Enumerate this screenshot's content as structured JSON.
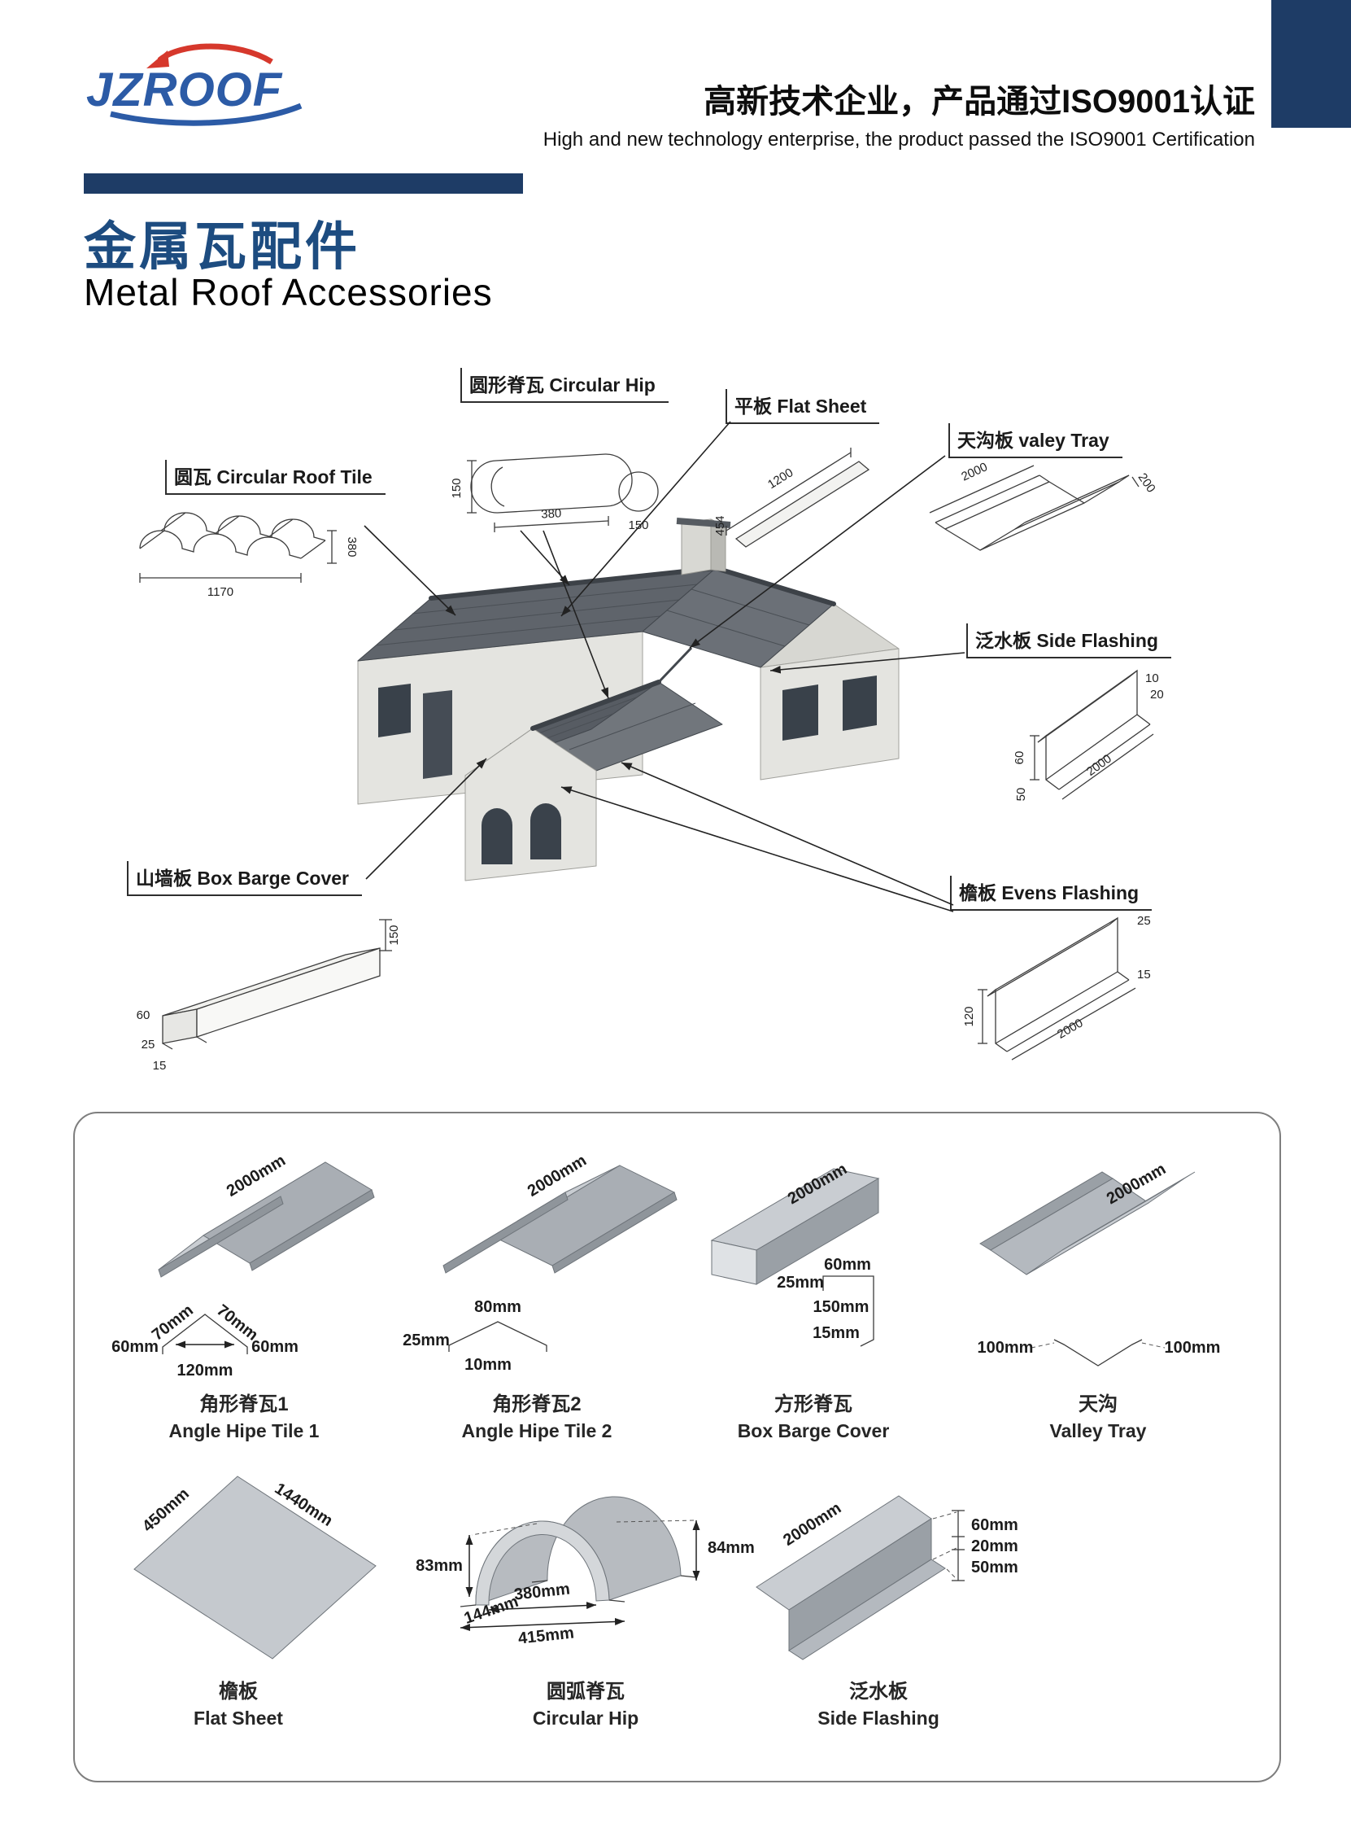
{
  "header": {
    "logo": "JZROOF",
    "tagline_zh": "高新技术企业，产品通过ISO9001认证",
    "tagline_en": "High and new technology enterprise, the product passed the ISO9001 Certification"
  },
  "title": {
    "zh": "金属瓦配件",
    "en": "Metal Roof Accessories"
  },
  "callouts": {
    "circular_hip": {
      "label": "圆形脊瓦 Circular Hip",
      "len": "380",
      "height": "150",
      "dia": "150"
    },
    "flat_sheet": {
      "label": "平板  Flat Sheet",
      "len": "1200",
      "width": "454"
    },
    "valley_tray": {
      "label": "天沟板  valey Tray",
      "len": "2000",
      "end": "200"
    },
    "circular_roof_tile": {
      "label": "圆瓦  Circular Roof Tile",
      "width": "1170",
      "height": "380"
    },
    "side_flashing": {
      "label": "泛水板  Side Flashing",
      "d1": "10",
      "d2": "20",
      "d3": "60",
      "d4": "50",
      "len": "2000"
    },
    "box_barge_cover": {
      "label": "山墙板  Box Barge Cover",
      "d1": "150",
      "d2": "60",
      "d3": "25",
      "d4": "15"
    },
    "evens_flashing": {
      "label": "檐板 Evens Flashing",
      "d1": "25",
      "d2": "15",
      "d3": "120",
      "len": "2000"
    }
  },
  "products": [
    {
      "zh": "角形脊瓦1",
      "en": "Angle Hipe Tile 1",
      "len": "2000mm",
      "d1": "70mm",
      "d2": "70mm",
      "d3": "60mm",
      "d4": "60mm",
      "d5": "120mm"
    },
    {
      "zh": "角形脊瓦2",
      "en": "Angle Hipe Tile 2",
      "len": "2000mm",
      "d1": "80mm",
      "d2": "25mm",
      "d3": "10mm"
    },
    {
      "zh": "方形脊瓦",
      "en": "Box Barge Cover",
      "len": "2000mm",
      "d1": "60mm",
      "d2": "25mm",
      "d3": "150mm",
      "d4": "15mm"
    },
    {
      "zh": "天沟",
      "en": "Valley Tray",
      "len": "2000mm",
      "d1": "100mm",
      "d2": "100mm"
    },
    {
      "zh": "檐板",
      "en": "Flat Sheet",
      "d1": "450mm",
      "d2": "1440mm"
    },
    {
      "zh": "圆弧脊瓦",
      "en": "Circular Hip",
      "d1": "83mm",
      "d2": "144mm",
      "d3": "380mm",
      "d4": "415mm",
      "d5": "84mm"
    },
    {
      "zh": "泛水板",
      "en": "Side Flashing",
      "len": "2000mm",
      "d1": "60mm",
      "d2": "20mm",
      "d3": "50mm"
    }
  ]
}
